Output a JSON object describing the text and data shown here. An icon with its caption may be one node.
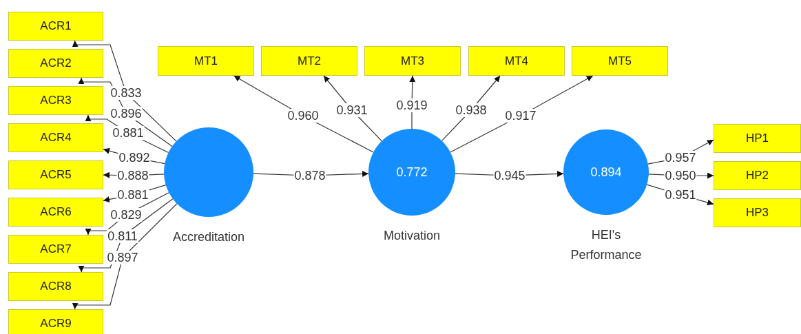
{
  "diagram": {
    "nodes": [
      {
        "text": [
          "ACR1"
        ]
      },
      {
        "text": [
          "ACR2"
        ]
      },
      {
        "text": [
          "ACR3"
        ]
      },
      {
        "text": [
          "ACR4"
        ]
      },
      {
        "text": [
          "ACR5"
        ]
      },
      {
        "text": [
          "ACR6"
        ]
      },
      {
        "text": [
          "ACR7"
        ]
      },
      {
        "text": [
          "ACR8"
        ]
      },
      {
        "text": [
          "ACR9"
        ]
      },
      {
        "text": [
          "Accreditation"
        ]
      },
      {
        "text": [
          "MT1"
        ]
      },
      {
        "text": [
          "MT2"
        ]
      },
      {
        "text": [
          "MT3"
        ]
      },
      {
        "text": [
          "MT4"
        ]
      },
      {
        "text": [
          "MT5"
        ]
      },
      {
        "text": [
          "0.772",
          "Motivation"
        ]
      },
      {
        "text": [
          "0.894",
          "HEI's Performance"
        ]
      },
      {
        "text": [
          "HP1"
        ]
      },
      {
        "text": [
          "HP2"
        ]
      },
      {
        "text": [
          "HP3"
        ]
      }
    ],
    "edges": [
      {
        "from": 9,
        "to": 0,
        "arrow": "to",
        "label": "0.833"
      },
      {
        "from": 9,
        "to": 1,
        "arrow": "to",
        "label": "0.896"
      },
      {
        "from": 9,
        "to": 2,
        "arrow": "to",
        "label": "0.881"
      },
      {
        "from": 9,
        "to": 3,
        "arrow": "to",
        "label": "0.892"
      },
      {
        "from": 9,
        "to": 4,
        "arrow": "to",
        "label": "0.888"
      },
      {
        "from": 9,
        "to": 5,
        "arrow": "to",
        "label": "0.881"
      },
      {
        "from": 9,
        "to": 6,
        "arrow": "to",
        "label": "0.829"
      },
      {
        "from": 9,
        "to": 7,
        "arrow": "to",
        "label": "0.811"
      },
      {
        "from": 9,
        "to": 8,
        "arrow": "to",
        "label": "0.897"
      },
      {
        "from": 15,
        "to": 10,
        "arrow": "to",
        "label": "0.960"
      },
      {
        "from": 15,
        "to": 11,
        "arrow": "to",
        "label": "0.931"
      },
      {
        "from": 15,
        "to": 12,
        "arrow": "to",
        "label": "0.919"
      },
      {
        "from": 15,
        "to": 13,
        "arrow": "to",
        "label": "0.938"
      },
      {
        "from": 15,
        "to": 14,
        "arrow": "to",
        "label": "0.917"
      },
      {
        "from": 9,
        "to": 15,
        "arrow": "to",
        "label": "0.878"
      },
      {
        "from": 15,
        "to": 16,
        "arrow": "to",
        "label": "0.945"
      },
      {
        "from": 16,
        "to": 17,
        "arrow": "to",
        "label": "0.957"
      },
      {
        "from": 16,
        "to": 18,
        "arrow": "to",
        "label": "0.950"
      },
      {
        "from": 16,
        "to": 19,
        "arrow": "to",
        "label": "0.951"
      }
    ]
  }
}
